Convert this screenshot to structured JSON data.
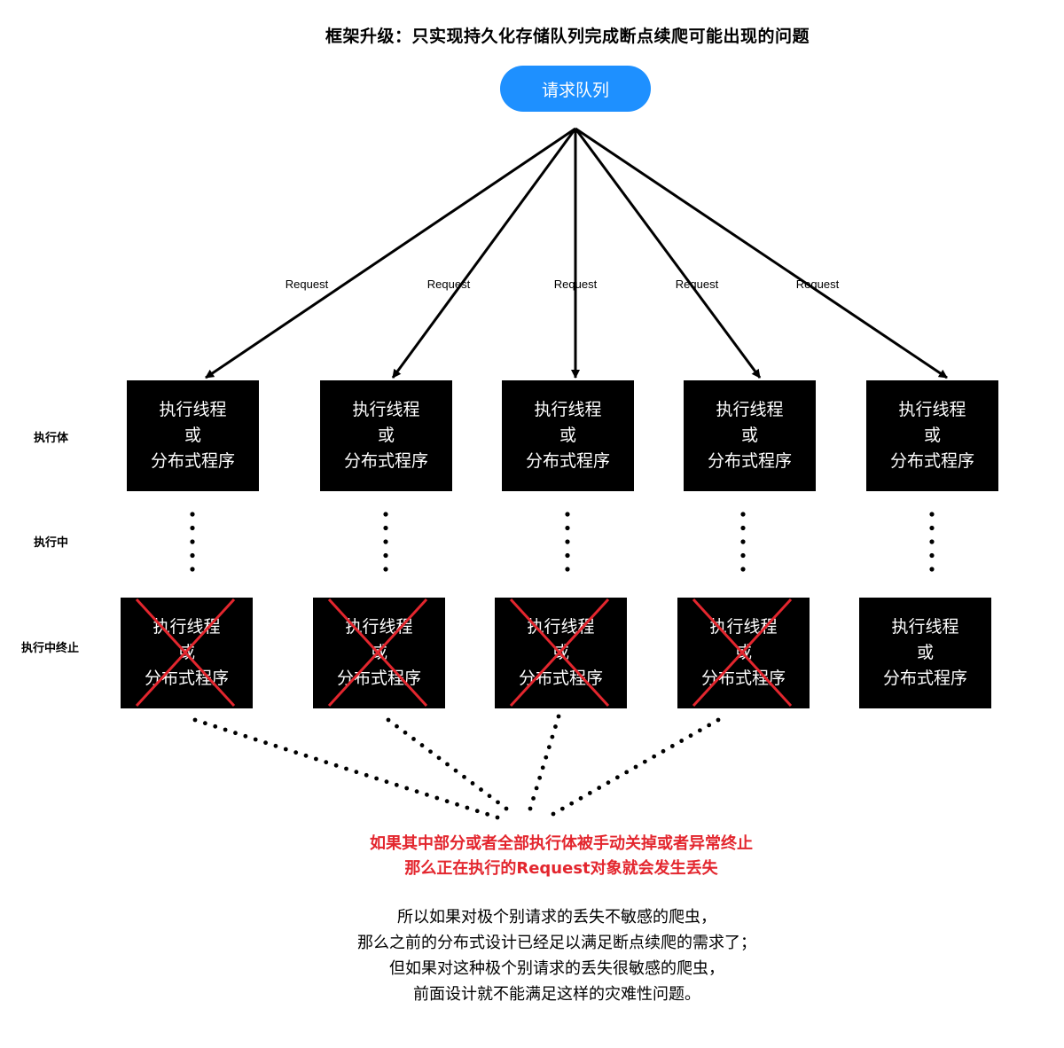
{
  "title": "框架升级：只实现持久化存储队列完成断点续爬可能出现的问题",
  "queue_label": "请求队列",
  "request_label": "Request",
  "row_labels": {
    "executor": "执行体",
    "running": "执行中",
    "terminated": "执行中终止"
  },
  "box_lines": [
    "执行线程",
    "或",
    "分布式程序"
  ],
  "warning_lines": [
    "如果其中部分或者全部执行体被手动关掉或者异常终止",
    "那么正在执行的Request对象就会发生丢失"
  ],
  "conclusion_lines": [
    "所以如果对极个别请求的丢失不敏感的爬虫，",
    "那么之前的分布式设计已经足以满足断点续爬的需求了；",
    "但如果对这种极个别请求的丢失很敏感的爬虫，",
    "前面设计就不能满足这样的灾难性问题。"
  ],
  "terminated_flags": [
    true,
    true,
    true,
    true,
    false
  ],
  "colors": {
    "queue": "#1e90ff",
    "box": "#000000",
    "cross": "#e3262e",
    "warning": "#e3262e"
  }
}
